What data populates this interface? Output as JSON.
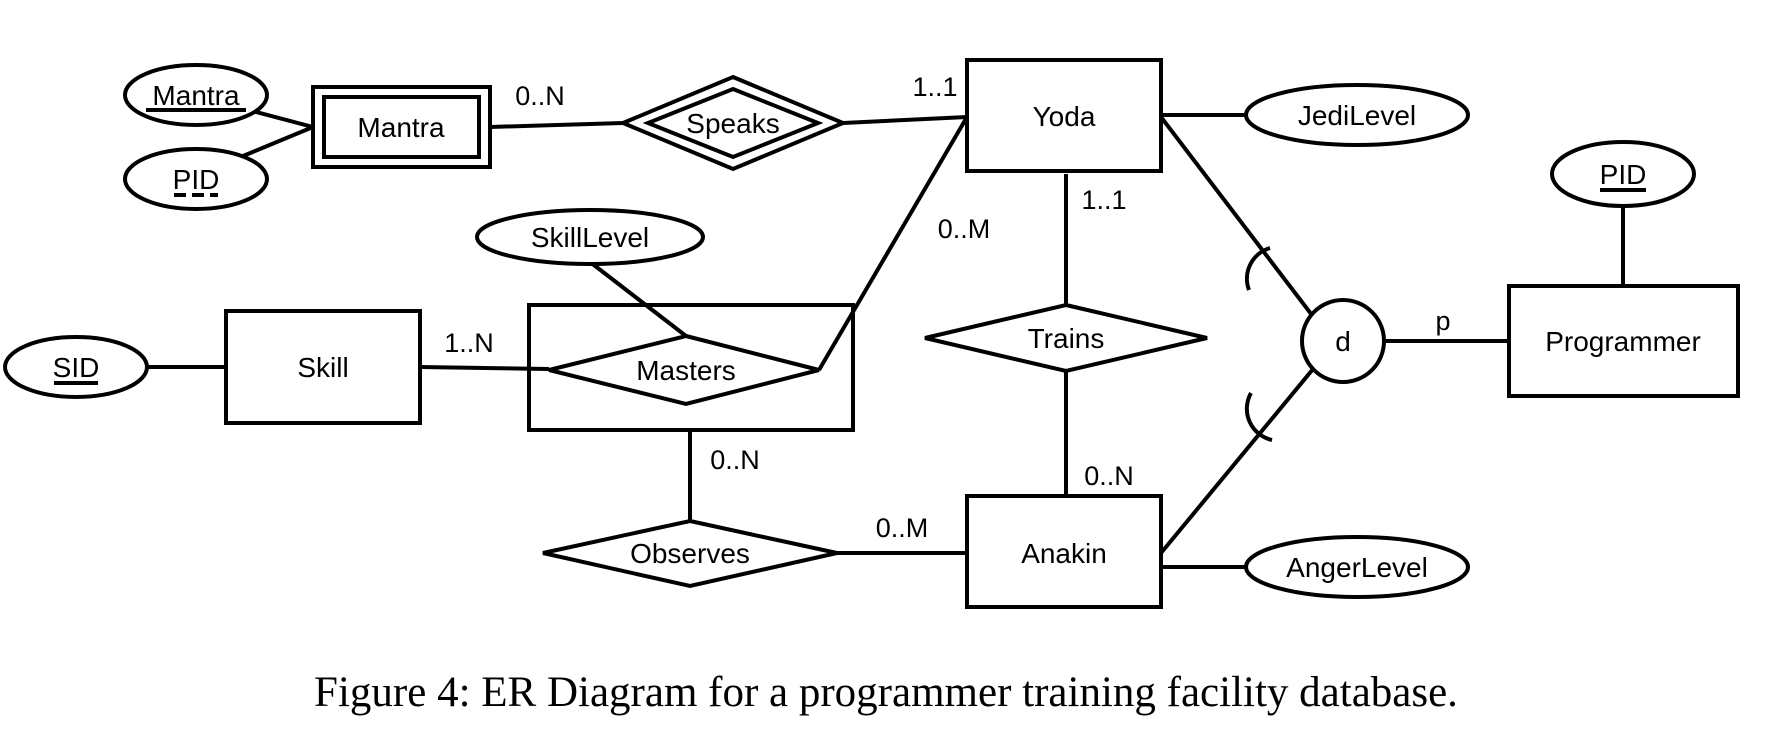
{
  "entities": {
    "mantra": "Mantra",
    "yoda": "Yoda",
    "skill": "Skill",
    "anakin": "Anakin",
    "programmer": "Programmer"
  },
  "relationships": {
    "speaks": "Speaks",
    "masters": "Masters",
    "trains": "Trains",
    "observes": "Observes"
  },
  "attributes": {
    "mantra_key": "Mantra",
    "mantra_pid": "PID",
    "skill_level": "SkillLevel",
    "sid": "SID",
    "jedi_level": "JediLevel",
    "programmer_pid": "PID",
    "anger_level": "AngerLevel"
  },
  "specialization": {
    "disjoint": "d",
    "participation": "p"
  },
  "cardinalities": {
    "mantra_speaks": "0..N",
    "yoda_speaks": "1..1",
    "yoda_masters": "0..M",
    "yoda_trains": "1..1",
    "skill_masters": "1..N",
    "masters_observes": "0..N",
    "anakin_trains": "0..N",
    "anakin_observes": "0..M"
  },
  "caption": "Figure 4: ER Diagram for a programmer training facility database."
}
